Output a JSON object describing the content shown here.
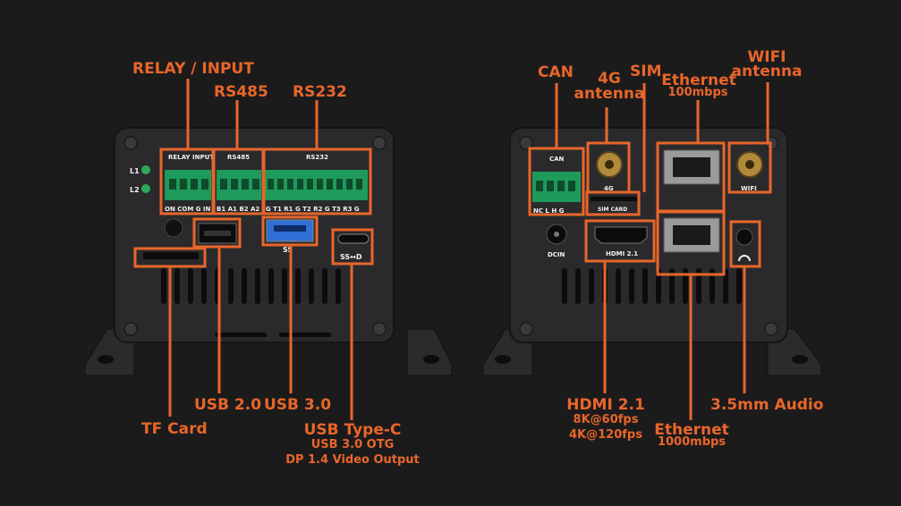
{
  "left_panel": {
    "labels": {
      "relay_input": "RELAY / INPUT",
      "rs485": "RS485",
      "rs232": "RS232",
      "tf_card": "TF Card",
      "usb20": "USB 2.0",
      "usb30": "USB 3.0",
      "usbc_title": "USB Type-C",
      "usbc_line1": "USB 3.0 OTG",
      "usbc_line2": "DP 1.4 Video Output"
    },
    "silk": {
      "relay": "RELAY",
      "input": "INPUT",
      "rs485": "RS485",
      "rs232": "RS232",
      "led1": "L1",
      "led2": "L2",
      "relay_pins": "ON COM G IN",
      "rs485_pins": "B1 A1 B2 A2",
      "rs232_pins": "G T1 R1 G T2 R2 G T3 R3 G",
      "ss_logo": "SS",
      "ssd_logo": "SS↔D"
    }
  },
  "right_panel": {
    "labels": {
      "can": "CAN",
      "antenna4g_l1": "4G",
      "antenna4g_l2": "antenna",
      "sim": "SIM",
      "eth_top": "Ethernet",
      "eth_top_speed": "100mbps",
      "wifi_l1": "WIFI",
      "wifi_l2": "antenna",
      "hdmi_title": "HDMI 2.1",
      "hdmi_l1": "8K@60fps",
      "hdmi_l2": "4K@120fps",
      "eth_bottom": "Ethernet",
      "eth_bottom_speed": "1000mbps",
      "audio": "3.5mm Audio"
    },
    "silk": {
      "can": "CAN",
      "can_pins": "NC L H G",
      "g4": "4G",
      "simcard": "SIM CARD",
      "wifi": "WIFI",
      "dcin": "DCIN",
      "hdmi": "HDMI 2.1"
    }
  },
  "colors": {
    "background": "#1c1b1c",
    "accent": "#e8662a",
    "chassis": "#2a2a2c",
    "terminal": "#1e9a5a",
    "usb3_blue": "#2f6fd6"
  }
}
